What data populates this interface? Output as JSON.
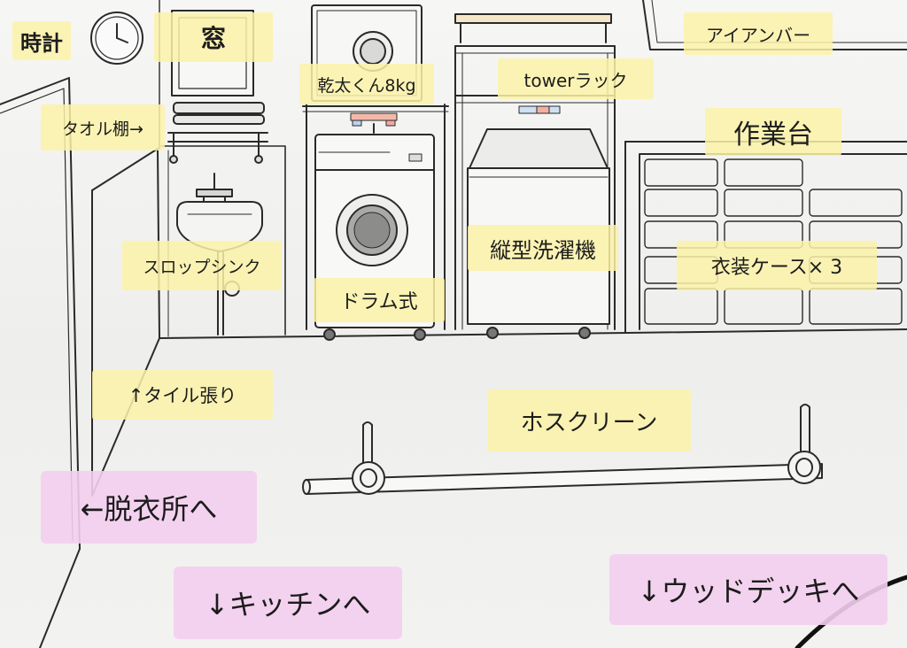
{
  "labels": {
    "clock": "時計",
    "window": "窓",
    "iron_bar": "アイアンバー",
    "dryer": "乾太くん8kg",
    "tower_rack": "towerラック",
    "towel_shelf": "タオル棚→",
    "workbench": "作業台",
    "slop_sink": "スロップシンク",
    "vertical_washer": "縦型洗濯機",
    "clothes_cases": "衣装ケース× 3",
    "drum_type": "ドラム式",
    "tile": "↑タイル張り",
    "hoscreen": "ホスクリーン",
    "to_dressing_room": "←脱衣所へ",
    "to_kitchen": "↓キッチンへ",
    "to_wood_deck": "↓ウッドデッキへ"
  },
  "colors": {
    "label_yellow": "#fcf2a8",
    "label_pink": "#f3ceee",
    "line": "#2a2a2a",
    "paper": "#f3f3f1"
  }
}
